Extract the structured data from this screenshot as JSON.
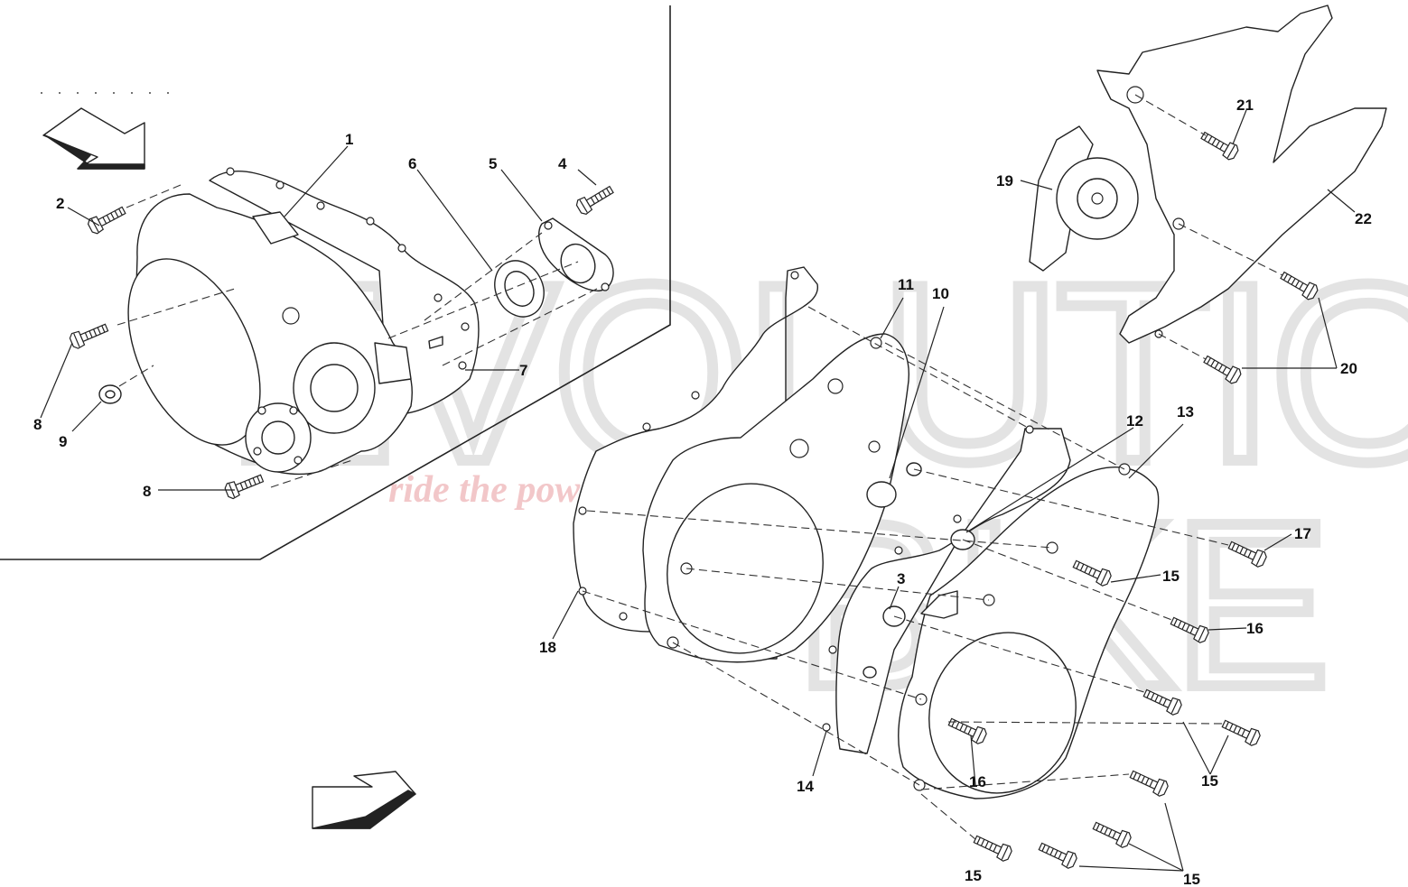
{
  "watermark": {
    "brand_top": "EVOLUTION",
    "brand_bottom": "BIKE",
    "tagline": "ride the power"
  },
  "callouts": [
    {
      "id": "c1",
      "text": "1"
    },
    {
      "id": "c2",
      "text": "2"
    },
    {
      "id": "c3",
      "text": "3"
    },
    {
      "id": "c4",
      "text": "4"
    },
    {
      "id": "c5",
      "text": "5"
    },
    {
      "id": "c6",
      "text": "6"
    },
    {
      "id": "c7",
      "text": "7"
    },
    {
      "id": "c8a",
      "text": "8"
    },
    {
      "id": "c8b",
      "text": "8"
    },
    {
      "id": "c9",
      "text": "9"
    },
    {
      "id": "c10",
      "text": "10"
    },
    {
      "id": "c11",
      "text": "11"
    },
    {
      "id": "c12",
      "text": "12"
    },
    {
      "id": "c13",
      "text": "13"
    },
    {
      "id": "c14",
      "text": "14"
    },
    {
      "id": "c15a",
      "text": "15"
    },
    {
      "id": "c15b",
      "text": "15"
    },
    {
      "id": "c15c",
      "text": "15"
    },
    {
      "id": "c15d",
      "text": "15"
    },
    {
      "id": "c16a",
      "text": "16"
    },
    {
      "id": "c16b",
      "text": "16"
    },
    {
      "id": "c17",
      "text": "17"
    },
    {
      "id": "c18",
      "text": "18"
    },
    {
      "id": "c19",
      "text": "19"
    },
    {
      "id": "c20",
      "text": "20"
    },
    {
      "id": "c21",
      "text": "21"
    },
    {
      "id": "c22",
      "text": "22"
    }
  ]
}
